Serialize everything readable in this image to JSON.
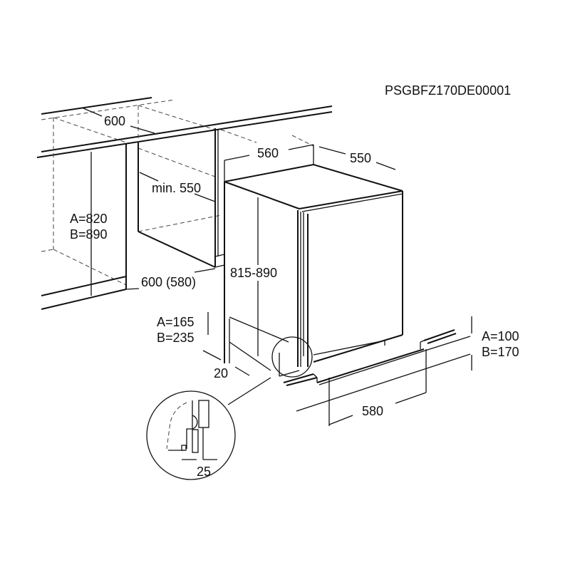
{
  "model_code": "PSGBFZ170DE00001",
  "dimensions": {
    "niche_width": "600",
    "appliance_width": "560",
    "appliance_depth": "550",
    "niche_min_depth": "min. 550",
    "niche_height_a": "A=820",
    "niche_height_b": "B=890",
    "niche_depth": "600 (580)",
    "appliance_height": "815-890",
    "plinth_vent_a": "A=165",
    "plinth_vent_b": "B=235",
    "plinth_offset": "20",
    "plinth_height_a": "A=100",
    "plinth_height_b": "B=170",
    "plinth_width": "580",
    "door_gap": "25"
  }
}
